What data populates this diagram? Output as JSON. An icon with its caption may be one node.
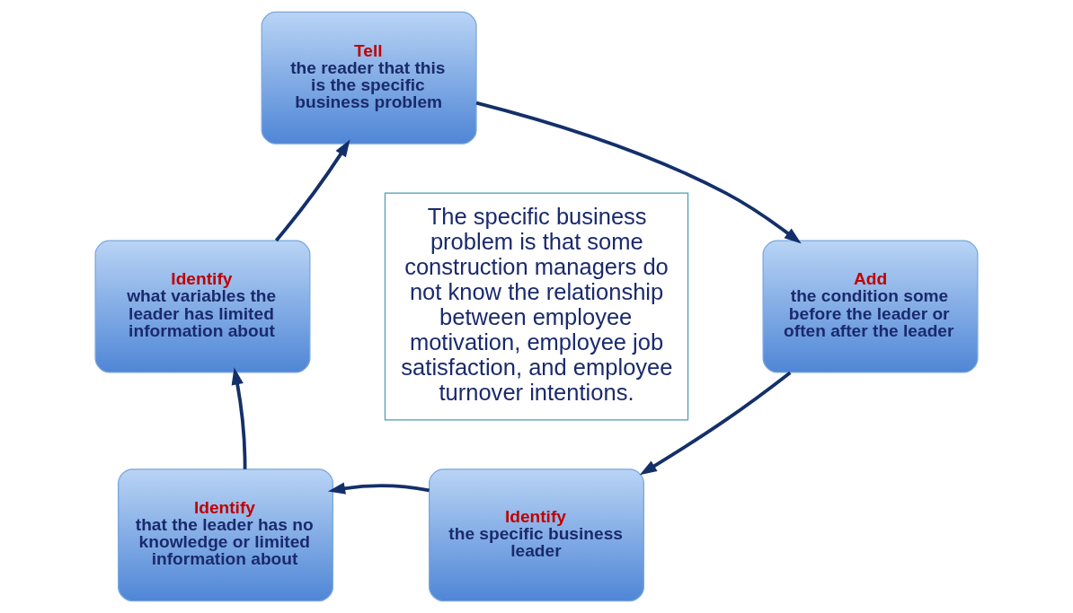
{
  "diagram": {
    "nodes": [
      {
        "text": [
          "Tell the reader that this is the specific business problem"
        ]
      },
      {
        "text": [
          "Add the condition some before the leader or often after the leader"
        ]
      },
      {
        "text": [
          "Identify the specific business leader"
        ]
      },
      {
        "text": [
          "Identify that the leader has no knowledge or limited information about"
        ]
      },
      {
        "text": [
          "Identify what variables the leader has limited information about"
        ]
      },
      {
        "text": [
          "The specific business problem is that some construction managers do not know the relationship between employee motivation, employee job satisfaction, and employee turnover intentions."
        ]
      }
    ],
    "edges": [
      {
        "from": 0,
        "to": 1,
        "arrow": "to"
      },
      {
        "from": 1,
        "to": 2,
        "arrow": "to"
      },
      {
        "from": 2,
        "to": 3,
        "arrow": "to"
      },
      {
        "from": 3,
        "to": 4,
        "arrow": "to"
      },
      {
        "from": 4,
        "to": 0,
        "arrow": "to"
      }
    ]
  }
}
